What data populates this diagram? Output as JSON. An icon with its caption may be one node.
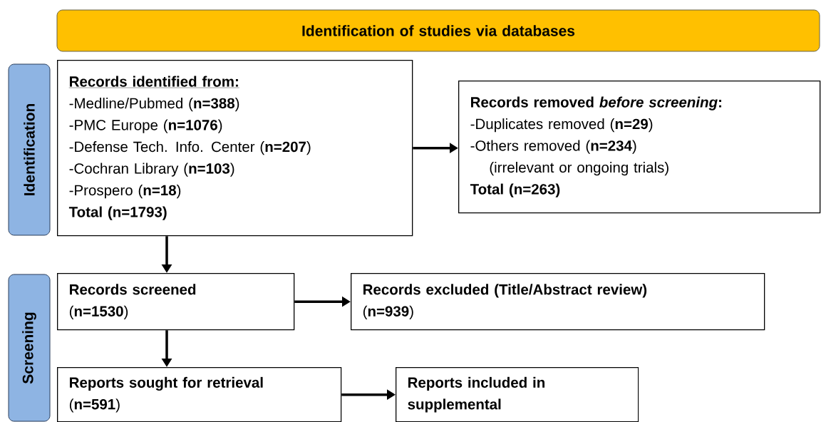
{
  "diagram": {
    "nodes": [
      {
        "text": [
          "Identification of studies via databases"
        ]
      },
      {
        "text": [
          "Identification"
        ]
      },
      {
        "text": [
          "Records identified from:",
          "-Medline/Pubmed (**n=388**)",
          "-PMC Europe (**n=1076**)",
          "-Defense Tech. Info. Center (**n=207**)",
          "-Cochran Library (**n=103**)",
          "-Prospero (**n=18**)",
          "Total (n=1793)"
        ]
      },
      {
        "text": [
          "Records removed *before screening*:",
          "-Duplicates removed (**n=29**)",
          "-Others removed (**n=234**)",
          "(irrelevant or ongoing trials)",
          "Total (n=263)"
        ]
      },
      {
        "text": [
          "Screening"
        ]
      },
      {
        "text": [
          "Records screened",
          "(**n=1530**)"
        ]
      },
      {
        "text": [
          "Records excluded (Title/Abstract review)",
          "(**n=939**)"
        ]
      },
      {
        "text": [
          "Reports sought for retrieval",
          "(**n=591**)"
        ]
      },
      {
        "text": [
          "Reports included in supplemental"
        ]
      }
    ],
    "edges": [
      {
        "from": 2,
        "to": 3,
        "arrow": "to"
      },
      {
        "from": 2,
        "to": 5,
        "arrow": "to"
      },
      {
        "from": 5,
        "to": 6,
        "arrow": "to"
      },
      {
        "from": 5,
        "to": 7,
        "arrow": "to"
      },
      {
        "from": 7,
        "to": 8,
        "arrow": "to"
      }
    ]
  }
}
